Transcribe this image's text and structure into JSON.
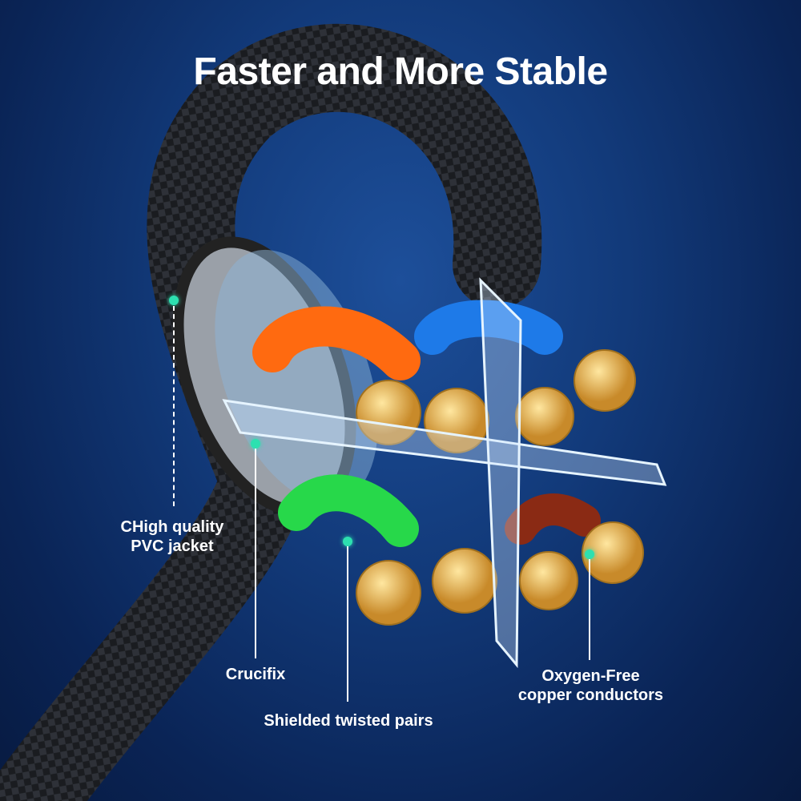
{
  "title": "Faster and More Stable",
  "callouts": {
    "jacket": "CHigh quality\nPVC jacket",
    "jacket_line1": "CHigh quality",
    "jacket_line2": "PVC jacket",
    "crucifix": "Crucifix",
    "pairs": "Shielded twisted pairs",
    "copper_line1": "Oxygen-Free",
    "copper_line2": "copper conductors"
  },
  "colors": {
    "accent_dot": "#2de0b0",
    "background": "#123a7a"
  }
}
